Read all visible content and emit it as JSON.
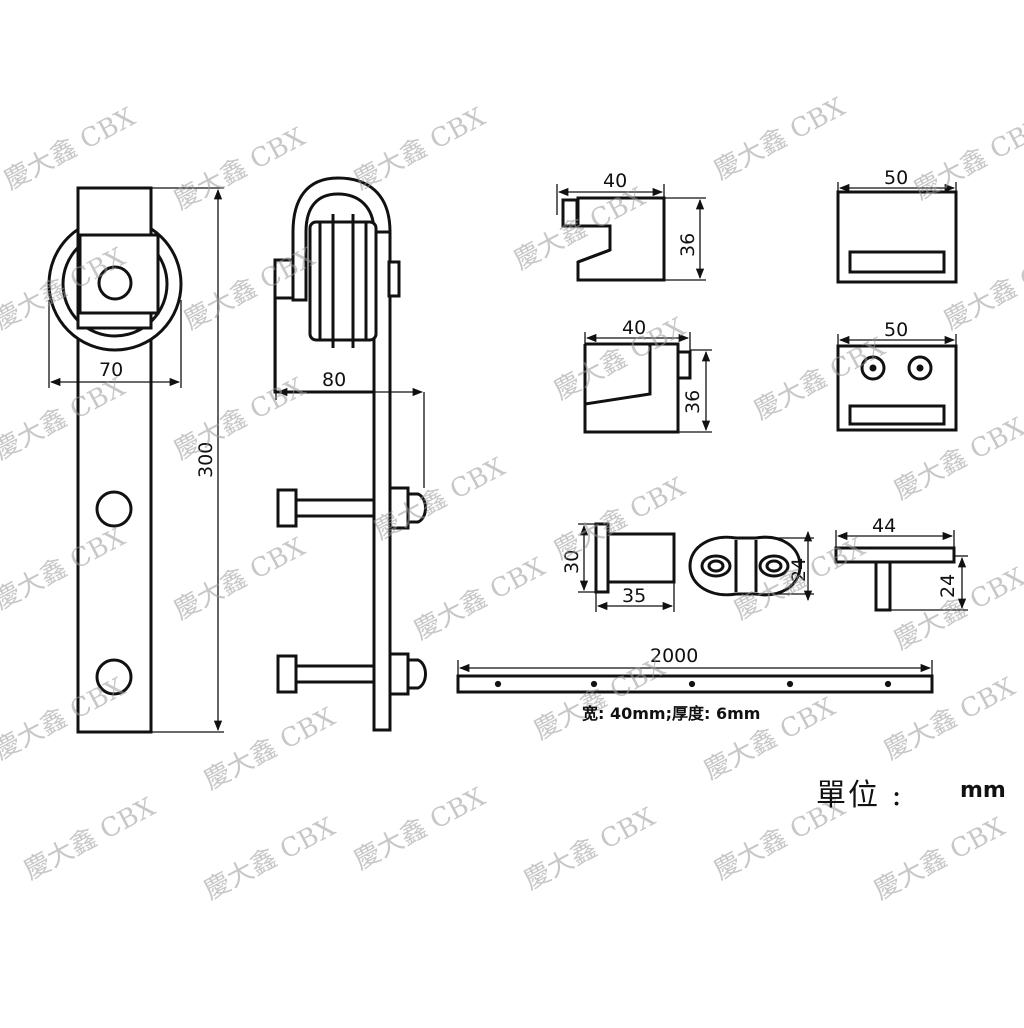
{
  "watermark": "慶大鑫 CBX",
  "dimensions": {
    "wheel_width": "70",
    "hanger_height": "300",
    "offset": "80",
    "stop_a_width": "40",
    "stop_a_height": "36",
    "stop_a_front": "50",
    "stop_b_width": "40",
    "stop_b_height": "36",
    "stop_b_front": "50",
    "guide_height": "30",
    "guide_width": "35",
    "plate_height": "24",
    "tguide_width": "44",
    "tguide_height": "24",
    "rail_length": "2000"
  },
  "rail_caption": "宽: 40mm;厚度: 6mm",
  "unit": {
    "label": "單位 :",
    "value": "mm"
  }
}
